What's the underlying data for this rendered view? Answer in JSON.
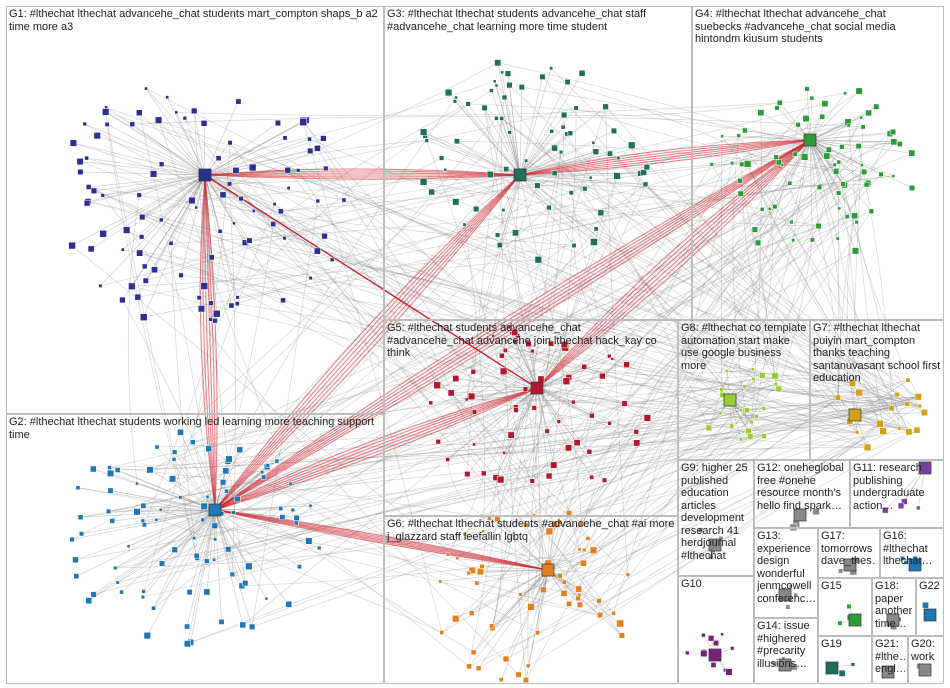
{
  "groups": [
    {
      "id": "G1",
      "label": "G1: #lthechat lthechat advancehe_chat students mart_compton shaps_b a2 time more a3",
      "color": "#2b2f8f",
      "nodes": 95
    },
    {
      "id": "G2",
      "label": "G2: #lthechat lthechat students working led learning more teaching support time",
      "color": "#1f78b4",
      "nodes": 90
    },
    {
      "id": "G3",
      "label": "G3: #lthechat lthechat students advancehe_chat staff #advancehe_chat learning more time student",
      "color": "#1f6f5c",
      "nodes": 70
    },
    {
      "id": "G4",
      "label": "G4: #lthechat lthechat advancehe_chat suebecks #advancehe_chat social media hintondm kiusum students",
      "color": "#2e9b3a",
      "nodes": 75
    },
    {
      "id": "G5",
      "label": "G5: #lthechat students advancehe_chat #advancehe_chat advancehe join lthechat hack_kay co think",
      "color": "#b2182b",
      "nodes": 60
    },
    {
      "id": "G6",
      "label": "G6: #lthechat lthechat students #advancehe_chat #ai more j_glazzard staff leefallin lgbtq",
      "color": "#e08020",
      "nodes": 60
    },
    {
      "id": "G7",
      "label": "G7: #lthechat lthechat puiyin mart_compton thanks teaching santanuvasant school first education",
      "color": "#d4a017",
      "nodes": 18
    },
    {
      "id": "G8",
      "label": "G8: #lthechat co template automation start make use google business more",
      "color": "#9acd32",
      "nodes": 25
    },
    {
      "id": "G9",
      "label": "G9: higher 25 published education articles development research 41 herdjournal #lthechat",
      "color": "#888888",
      "nodes": 4
    },
    {
      "id": "G10",
      "label": "G10",
      "color": "#7a1f7a",
      "nodes": 12
    },
    {
      "id": "G11",
      "label": "G11: research publishing undergraduate action…",
      "color": "#7b3f9e",
      "nodes": 4
    },
    {
      "id": "G12",
      "label": "G12: oneheglobal free #onehe resource month's hello find spark…",
      "color": "#888888",
      "nodes": 3
    },
    {
      "id": "G13",
      "label": "G13: experience design wonderful jenmcowell conferenc…",
      "color": "#888888",
      "nodes": 3
    },
    {
      "id": "G14",
      "label": "G14: issue #highered #precarity illusions…",
      "color": "#888888",
      "nodes": 3
    },
    {
      "id": "G15",
      "label": "G15",
      "color": "#2e9b3a",
      "nodes": 3
    },
    {
      "id": "G16",
      "label": "G16: #lthechat lthechat…",
      "color": "#1f78b4",
      "nodes": 3
    },
    {
      "id": "G17",
      "label": "G17: tomorrows dave_thes…",
      "color": "#888888",
      "nodes": 3
    },
    {
      "id": "G18",
      "label": "G18: paper another time…",
      "color": "#888888",
      "nodes": 3
    },
    {
      "id": "G19",
      "label": "G19",
      "color": "#1f6f5c",
      "nodes": 2
    },
    {
      "id": "G20",
      "label": "G20: work",
      "color": "#888888",
      "nodes": 2
    },
    {
      "id": "G21",
      "label": "G21: #lthe… engl…",
      "color": "#888888",
      "nodes": 2
    },
    {
      "id": "G22",
      "label": "G22",
      "color": "#1f78b4",
      "nodes": 2
    }
  ],
  "colors": {
    "edge": "#8a8a8a",
    "edge_hot": "#d0202a",
    "box_border": "#bdbdbd"
  }
}
